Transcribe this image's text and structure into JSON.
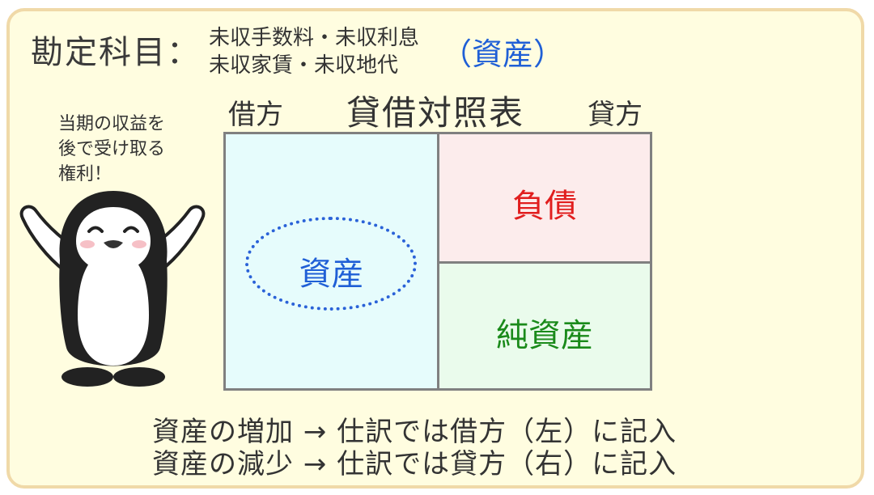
{
  "header": {
    "label": "勘定科目：",
    "accounts_line1": "未収手数料・未収利息",
    "accounts_line2": "未収家賃・未収地代",
    "category": "（資産）"
  },
  "balance_sheet": {
    "debit": "借方",
    "title": "貸借対照表",
    "credit": "貸方",
    "asset": "資産",
    "liability": "負債",
    "net_assets": "純資産"
  },
  "speech": {
    "line1": "当期の収益を",
    "line2": "後で受け取る",
    "line3": "権利！"
  },
  "rules": {
    "increase": "資産の増加 → 仕訳では借方（左）に記入",
    "decrease": "資産の減少 → 仕訳では貸方（右）に記入"
  },
  "colors": {
    "card_bg": "#fffde0",
    "card_border": "#f0d9a8",
    "asset_blue": "#1f5fd6",
    "liability_red": "#e11e1e",
    "equity_green": "#1a8a1a",
    "asset_cell": "#e6fcfc",
    "liability_cell": "#fcecec",
    "equity_cell": "#eafbec"
  }
}
